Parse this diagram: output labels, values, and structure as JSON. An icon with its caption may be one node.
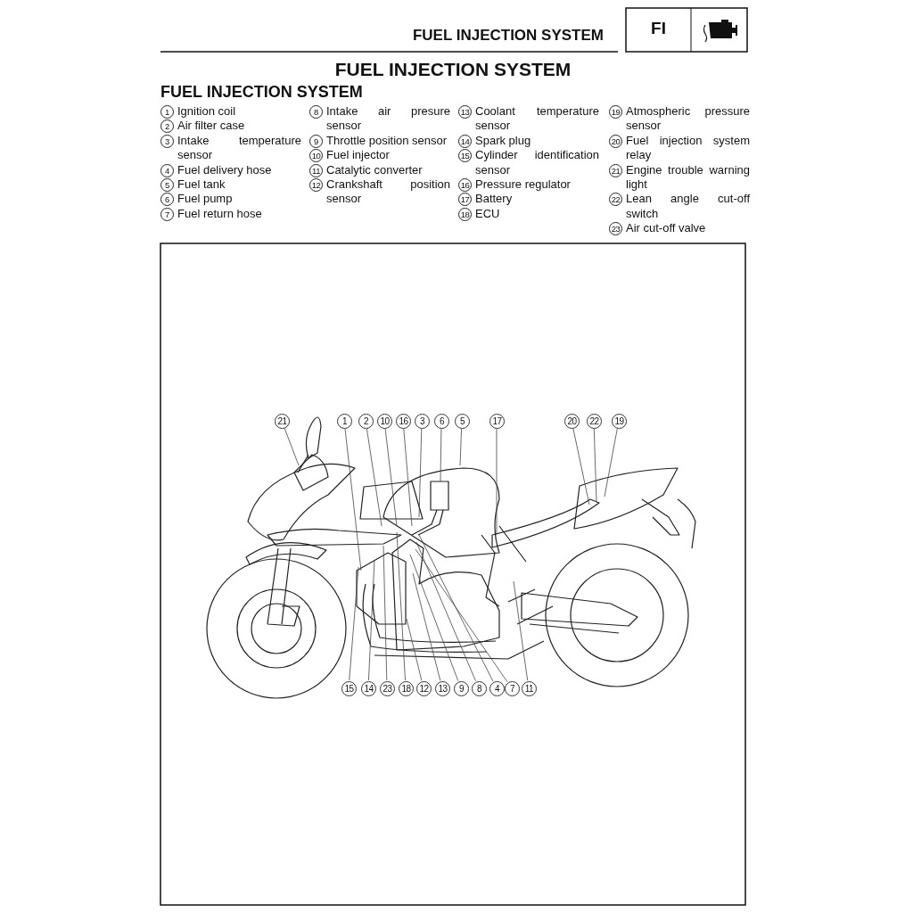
{
  "diagram": {
    "title": "FUEL INJECTION SYSTEM",
    "nodes": [
      {
        "text": [
          "21"
        ]
      },
      {
        "text": [
          "1"
        ]
      },
      {
        "text": [
          "2"
        ]
      },
      {
        "text": [
          "10"
        ]
      },
      {
        "text": [
          "16"
        ]
      },
      {
        "text": [
          "3"
        ]
      },
      {
        "text": [
          "6"
        ]
      },
      {
        "text": [
          "5"
        ]
      },
      {
        "text": [
          "17"
        ]
      },
      {
        "text": [
          "20"
        ]
      },
      {
        "text": [
          "22"
        ]
      },
      {
        "text": [
          "19"
        ]
      },
      {
        "text": [
          "15"
        ]
      },
      {
        "text": [
          "14"
        ]
      },
      {
        "text": [
          "23"
        ]
      },
      {
        "text": [
          "18"
        ]
      },
      {
        "text": [
          "12"
        ]
      },
      {
        "text": [
          "13"
        ]
      },
      {
        "text": [
          "9"
        ]
      },
      {
        "text": [
          "8"
        ]
      },
      {
        "text": [
          "4"
        ]
      },
      {
        "text": [
          "7"
        ]
      },
      {
        "text": [
          "11"
        ]
      }
    ],
    "edges": [
      {
        "from": 0,
        "to": null,
        "arrow": "none"
      },
      {
        "from": 1,
        "to": null,
        "arrow": "none"
      },
      {
        "from": 2,
        "to": null,
        "arrow": "none"
      },
      {
        "from": 3,
        "to": null,
        "arrow": "none"
      },
      {
        "from": 4,
        "to": null,
        "arrow": "none"
      },
      {
        "from": 5,
        "to": null,
        "arrow": "none"
      },
      {
        "from": 6,
        "to": null,
        "arrow": "none"
      },
      {
        "from": 7,
        "to": null,
        "arrow": "none"
      },
      {
        "from": 8,
        "to": null,
        "arrow": "none"
      },
      {
        "from": 9,
        "to": null,
        "arrow": "none"
      },
      {
        "from": 10,
        "to": null,
        "arrow": "none"
      },
      {
        "from": 11,
        "to": null,
        "arrow": "none"
      },
      {
        "from": 12,
        "to": null,
        "arrow": "none"
      },
      {
        "from": 13,
        "to": null,
        "arrow": "none"
      },
      {
        "from": 14,
        "to": null,
        "arrow": "none"
      },
      {
        "from": 15,
        "to": null,
        "arrow": "none"
      },
      {
        "from": 16,
        "to": null,
        "arrow": "none"
      },
      {
        "from": 17,
        "to": null,
        "arrow": "none"
      },
      {
        "from": 18,
        "to": null,
        "arrow": "none"
      },
      {
        "from": 19,
        "to": null,
        "arrow": "none"
      },
      {
        "from": 20,
        "to": null,
        "arrow": "none"
      },
      {
        "from": 21,
        "to": null,
        "arrow": "none"
      },
      {
        "from": 22,
        "to": null,
        "arrow": "none"
      }
    ],
    "labels": [
      "FUEL INJECTION SYSTEM",
      "FI",
      "FUEL INJECTION SYSTEM",
      "1",
      "Ignition coil",
      "2",
      "Air filter case",
      "3",
      "Intake temperature sensor",
      "4",
      "Fuel delivery hose",
      "5",
      "Fuel tank",
      "6",
      "Fuel pump",
      "7",
      "Fuel return hose",
      "8",
      "Intake air presure sensor",
      "9",
      "Throttle position sensor",
      "10",
      "Fuel injector",
      "11",
      "Catalytic converter",
      "12",
      "Crankshaft position sensor",
      "13",
      "Coolant temperature sensor",
      "14",
      "Spark plug",
      "15",
      "Cylinder identification sensor",
      "16",
      "Pressure regulator",
      "17",
      "Battery",
      "18",
      "ECU",
      "19",
      "Atmospheric pressure sensor",
      "20",
      "Fuel injection system relay",
      "21",
      "Engine trouble warning light",
      "22",
      "Lean angle cut-off switch",
      "23",
      "Air cut-off valve"
    ]
  }
}
